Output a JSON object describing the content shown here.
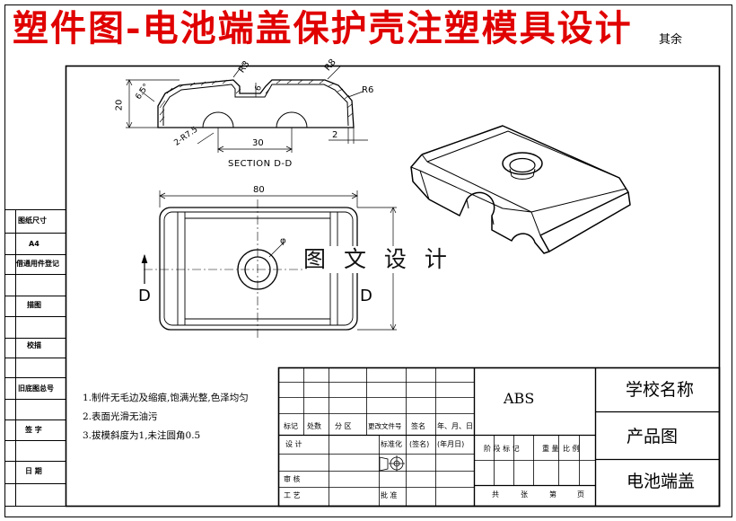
{
  "banner": "塑件图-电池端盖保护壳注塑模具设计",
  "corner_text": "其余",
  "watermark": "图 文 设 计",
  "side_labels": [
    "图纸尺寸",
    "A4",
    "借通用件登记",
    "描图",
    "校描",
    "旧底图总号",
    "签 字",
    "日 期"
  ],
  "notes": [
    "1.制件无毛边及缩痕,饱满光整,色泽均匀",
    "2.表面光滑无油污",
    "3.拔模斜度为1,未注圆角0.5"
  ],
  "title_block": {
    "material": "ABS",
    "school": "学校名称",
    "drawing_type": "产品图",
    "part_name": "电池端盖",
    "rev_headers": [
      "标记",
      "处数",
      "分 区",
      "更改文件号",
      "签名",
      "年、月、日"
    ],
    "row_design": "设 计",
    "row_standard": "标准化",
    "row_sign": "(签名)",
    "row_date": "(年月日)",
    "row_review": "审 核",
    "row_process": "工 艺",
    "row_approve": "批 准",
    "stage_headers": [
      "阶 段 标 记",
      "重 量",
      "比 例"
    ],
    "sheet_footer": [
      "共",
      "张",
      "第",
      "页"
    ]
  },
  "dimensions": {
    "section_label": "SECTION D-D",
    "height": "20",
    "angle": "6.5°",
    "r3": "R3",
    "r8": "R8",
    "r6": "R6",
    "six": "6",
    "r75": "2-R7.5",
    "thirty": "30",
    "two": "2",
    "eighty": "80",
    "phi": "φ",
    "cut_left": "D",
    "cut_right": "D"
  }
}
